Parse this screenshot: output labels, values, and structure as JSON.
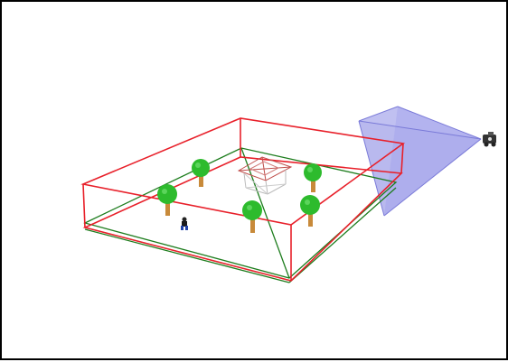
{
  "scene": {
    "background_color": "#ffffff",
    "colors": {
      "outer_box": "#e8202a",
      "inner_box": "#1e7d1e",
      "frustum_fill": "#8c8ce6",
      "frustum_edge": "#7a7ad8",
      "tree_foliage": "#2dbb2d",
      "tree_trunk": "#c88a3a",
      "tower_lines": "#c0504d"
    },
    "objects": {
      "outer_box": "bounding-box",
      "inner_box": "ground-box",
      "camera": "camera-icon",
      "frustum": "view-frustum",
      "tower": "wireframe-tower",
      "person": "person-figure",
      "trees": [
        "tree",
        "tree",
        "tree",
        "tree",
        "tree"
      ]
    }
  }
}
